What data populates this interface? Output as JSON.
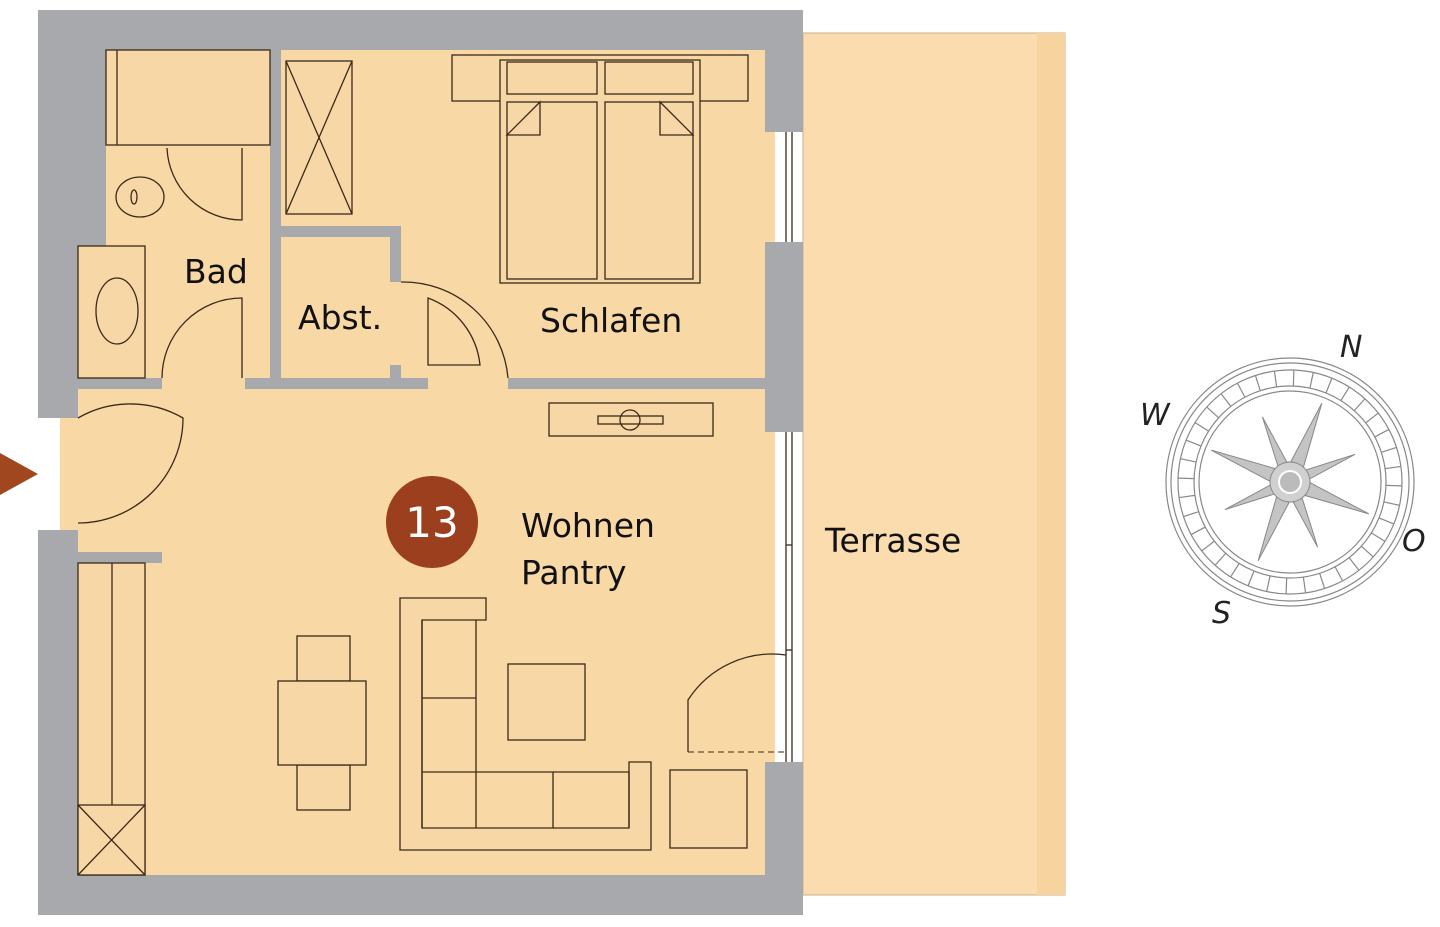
{
  "plan": {
    "unit_number": "13",
    "rooms": {
      "bath": "Bad",
      "storage": "Abst.",
      "bedroom": "Schlafen",
      "living_line1": "Wohnen",
      "living_line2": "Pantry",
      "terrace": "Terrasse"
    }
  },
  "compass": {
    "north": "N",
    "east": "O",
    "south": "S",
    "west": "W"
  },
  "colors": {
    "wall": "#a7a9ac",
    "floor": "#f8d8a5",
    "terrace": "#fadcae",
    "badge": "#9b3f1e",
    "entry_arrow": "#a1471f"
  }
}
